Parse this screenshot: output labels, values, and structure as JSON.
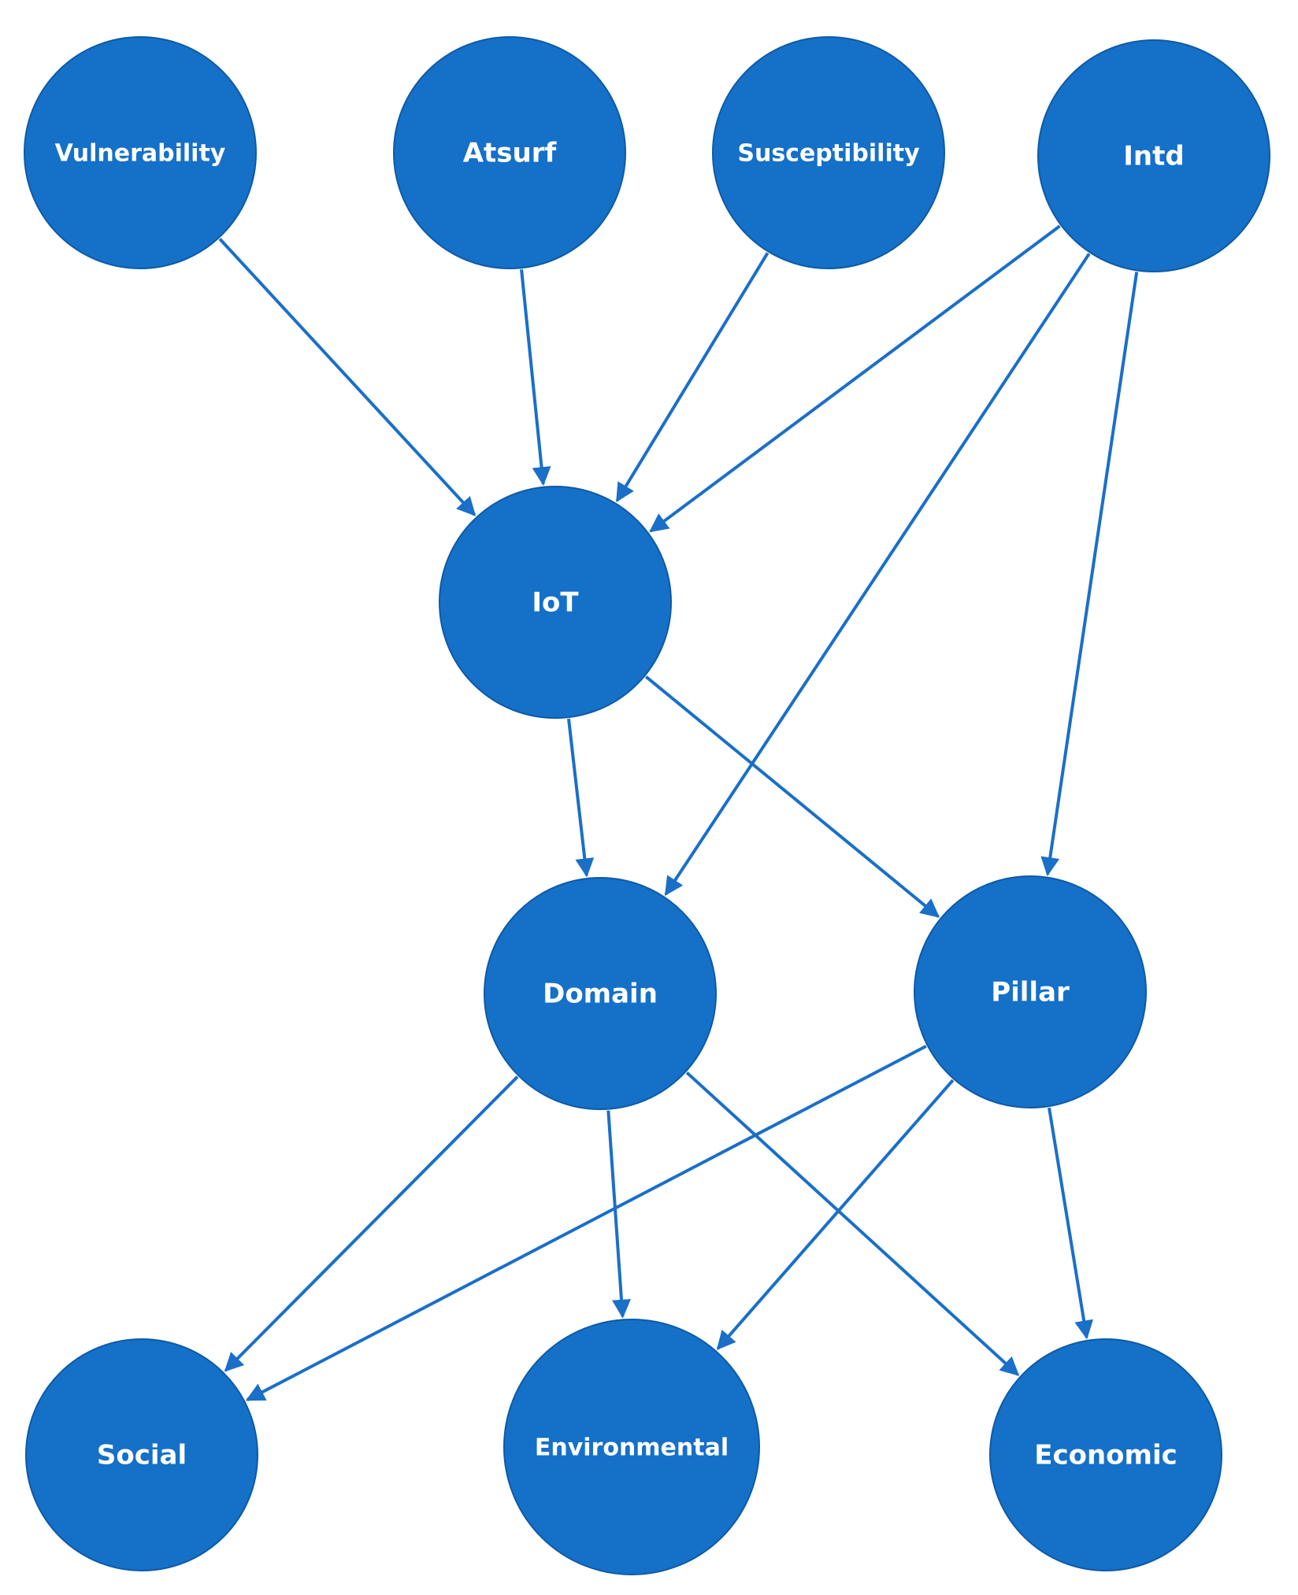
{
  "diagram": {
    "accent_color": "#1570c8",
    "nodes": [
      {
        "id": "vulnerability",
        "label": "Vulnerability"
      },
      {
        "id": "atsurf",
        "label": "Atsurf"
      },
      {
        "id": "susceptibility",
        "label": "Susceptibility"
      },
      {
        "id": "intd",
        "label": "Intd"
      },
      {
        "id": "iot",
        "label": "IoT"
      },
      {
        "id": "domain",
        "label": "Domain"
      },
      {
        "id": "pillar",
        "label": "Pillar"
      },
      {
        "id": "social",
        "label": "Social"
      },
      {
        "id": "environmental",
        "label": "Environmental"
      },
      {
        "id": "economic",
        "label": "Economic"
      }
    ],
    "edges": [
      {
        "from": "vulnerability",
        "to": "iot"
      },
      {
        "from": "atsurf",
        "to": "iot"
      },
      {
        "from": "susceptibility",
        "to": "iot"
      },
      {
        "from": "intd",
        "to": "iot"
      },
      {
        "from": "intd",
        "to": "domain"
      },
      {
        "from": "intd",
        "to": "pillar"
      },
      {
        "from": "iot",
        "to": "domain"
      },
      {
        "from": "iot",
        "to": "pillar"
      },
      {
        "from": "domain",
        "to": "social"
      },
      {
        "from": "domain",
        "to": "environmental"
      },
      {
        "from": "domain",
        "to": "economic"
      },
      {
        "from": "pillar",
        "to": "social"
      },
      {
        "from": "pillar",
        "to": "environmental"
      },
      {
        "from": "pillar",
        "to": "economic"
      }
    ]
  }
}
